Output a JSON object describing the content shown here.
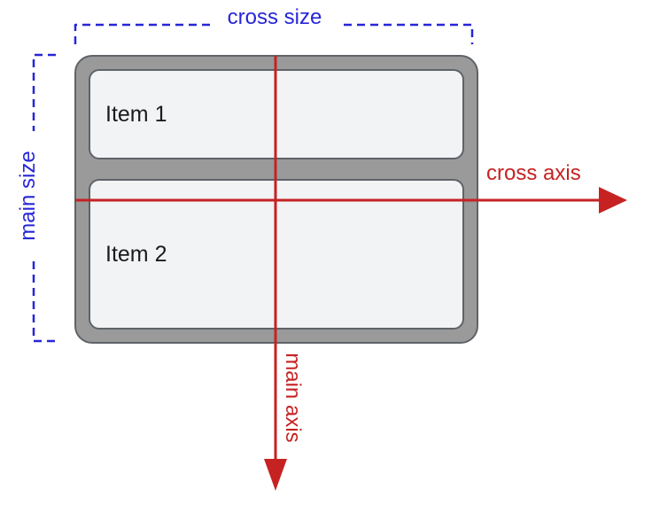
{
  "labels": {
    "cross_size": "cross size",
    "main_size": "main size",
    "cross_axis": "cross axis",
    "main_axis": "main axis"
  },
  "container": {
    "items": [
      {
        "label": "Item 1"
      },
      {
        "label": "Item 2"
      }
    ]
  },
  "colors": {
    "size_annotation_blue": "#2626d8",
    "axis_red": "#c62222",
    "container_fill": "#9a9a9a",
    "container_stroke": "#5f6368",
    "item_fill": "#f1f3f4",
    "item_text": "#1c1c1c"
  }
}
